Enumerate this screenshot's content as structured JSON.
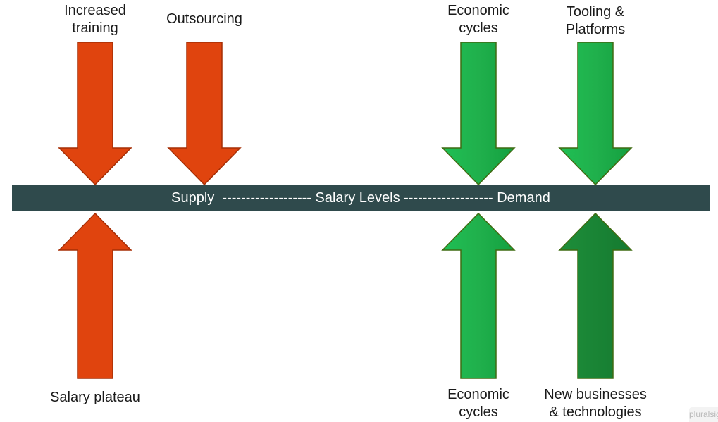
{
  "labels": {
    "increased_training": "Increased\ntraining",
    "outsourcing": "Outsourcing",
    "economic_cycles_top": "Economic\ncycles",
    "tooling_platforms": "Tooling &\nPlatforms",
    "salary_plateau": "Salary plateau",
    "economic_cycles_bottom": "Economic\ncycles",
    "new_businesses": "New businesses\n& technologies"
  },
  "bar": {
    "text": "Supply  ------------------- Salary Levels ------------------- Demand"
  },
  "watermark": "pluralsight",
  "colors": {
    "supply_arrow": "#e0440e",
    "supply_arrow_border": "#a52e05",
    "demand_arrow": "#18b04a",
    "demand_arrow_dark": "#1a8a3a",
    "demand_arrow_border": "#3f6b12",
    "bar": "#2f4a4c"
  }
}
